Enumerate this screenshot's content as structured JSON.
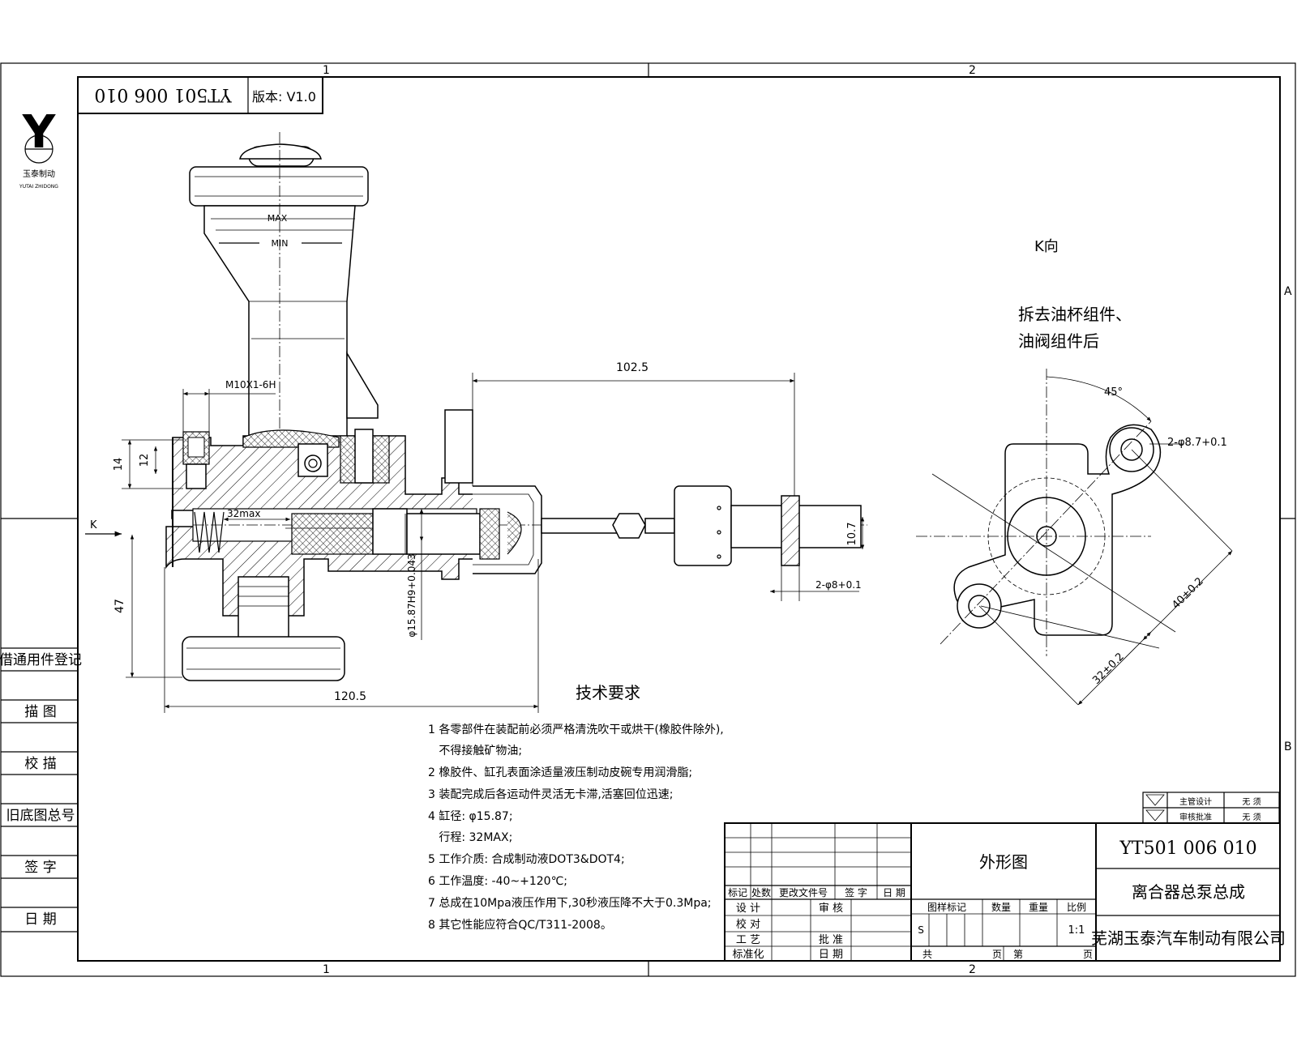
{
  "drawing_number_box": "YT501 006 010",
  "version_label": "版本: V1.0",
  "logo": {
    "letter": "Y",
    "caption": "玉泰制动",
    "subcaption": "YUTAI ZHIDONG"
  },
  "zone_marks": {
    "top": [
      "1",
      "2"
    ],
    "bottom": [
      "1",
      "2"
    ],
    "right": [
      "A",
      "B"
    ]
  },
  "view_labels": {
    "k_arrow": "K",
    "k_view": "K向",
    "note_line1": "拆去油杯组件、",
    "note_line2": "油阀组件后"
  },
  "reservoir_marks": {
    "max": "MAX",
    "min": "MIN"
  },
  "dimensions": {
    "d102_5": "102.5",
    "thread": "M10X1-6H",
    "d14": "14",
    "d12": "12",
    "stroke": "32max",
    "d47": "47",
    "d120_5": "120.5",
    "bore": "φ15.87H9+0.043",
    "d10_7": "10.7",
    "hole_pin": "2-φ8+0.1",
    "angle": "45°",
    "hole_flange": "2-φ8.7+0.1",
    "d40": "40±0.2",
    "d32": "32±0.2"
  },
  "tech_requirements": {
    "title": "技术要求",
    "items": [
      "1 各零部件在装配前必须严格清洗吹干或烘干(橡胶件除外),",
      "   不得接触矿物油;",
      "2 橡胶件、缸孔表面涂适量液压制动皮碗专用润滑脂;",
      "3 装配完成后各运动件灵活无卡滞,活塞回位迅速;",
      "4 缸径: φ15.87;",
      "   行程: 32MAX;",
      "5 工作介质: 合成制动液DOT3&DOT4;",
      "6 工作温度: -40~+120℃;",
      "7 总成在10Mpa液压作用下,30秒液压降不大于0.3Mpa;",
      "8 其它性能应符合QC/T311-2008。"
    ]
  },
  "left_strip": [
    "借通用件登记",
    "描 图",
    "校 描",
    "旧底图总号",
    "签 字",
    "日 期"
  ],
  "title_block": {
    "drawing_type": "外形图",
    "drawing_number": "YT501 006 010",
    "part_name": "离合器总泵总成",
    "company": "芜湖玉泰汽车制动有限公司",
    "revision_headers": [
      "标记",
      "处数",
      "更改文件号",
      "签 字",
      "日 期"
    ],
    "role_labels": [
      "设 计",
      "校 对",
      "工 艺",
      "标准化"
    ],
    "approval_labels": [
      "审 核",
      "批 准",
      "日 期"
    ],
    "stage_headers": [
      "图样标记",
      "数量",
      "重量",
      "比例"
    ],
    "stage_value": "S",
    "scale": "1:1",
    "sheet_labels": [
      "共",
      "页",
      "第",
      "页"
    ],
    "approvals": [
      {
        "label": "主管设计",
        "value": "无 须"
      },
      {
        "label": "审核批准",
        "value": "无 须"
      }
    ]
  }
}
